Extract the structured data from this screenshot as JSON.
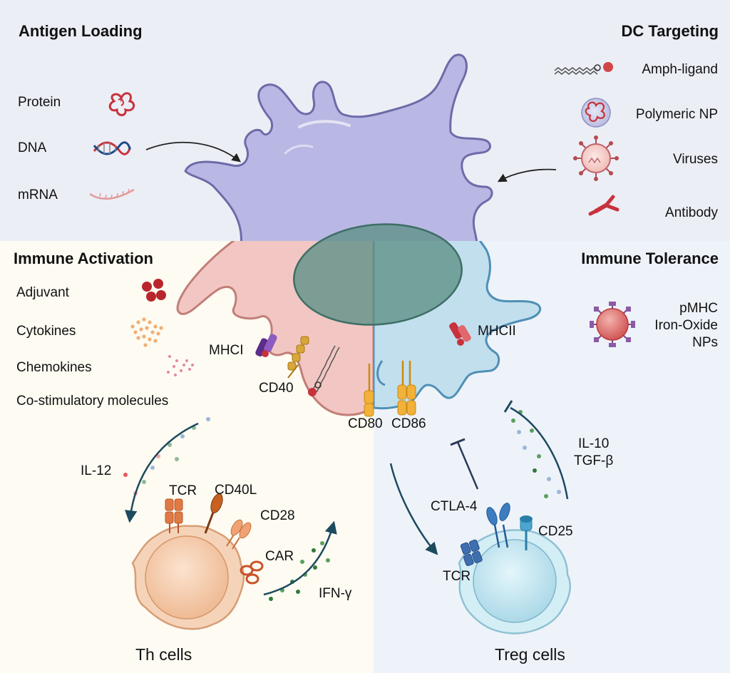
{
  "sections": {
    "antigen_loading": {
      "title": "Antigen Loading",
      "items": [
        "Protein",
        "DNA",
        "mRNA"
      ]
    },
    "dc_targeting": {
      "title": "DC Targeting",
      "items": [
        "Amph-ligand",
        "Polymeric NP",
        "Viruses",
        "Antibody"
      ]
    },
    "immune_activation": {
      "title": "Immune Activation",
      "items": [
        "Adjuvant",
        "Cytokines",
        "Chemokines",
        "Co-stimulatory molecules"
      ]
    },
    "immune_tolerance": {
      "title": "Immune Tolerance",
      "nanoparticle_label": [
        "pMHC",
        "Iron-Oxide",
        "NPs"
      ]
    }
  },
  "dc_markers": [
    "MHCI",
    "CD40",
    "CD80",
    "CD86",
    "MHCII"
  ],
  "th_cell": {
    "label": "Th cells",
    "receptors": [
      "TCR",
      "CD40L",
      "CD28",
      "CAR"
    ],
    "signal_in": "IL-12",
    "signal_out": "IFN-γ"
  },
  "treg_cell": {
    "label": "Treg cells",
    "receptors": [
      "TCR",
      "CTLA-4",
      "CD25"
    ],
    "signals": [
      "IL-10",
      "TGF-β"
    ]
  },
  "colors": {
    "top_bg": "#eceef6",
    "activation_bg": "#fdfbf2",
    "tolerance_bg": "#eef3fa",
    "dc_body": "#b9b8e4",
    "dc_activation": "#f2c7c3",
    "dc_tolerance": "#c2dfee",
    "nucleus": "#5c8f85",
    "th_cell": "#f3c6a5",
    "treg_cell": "#bfe3ee",
    "antigen_red": "#c8323c"
  }
}
